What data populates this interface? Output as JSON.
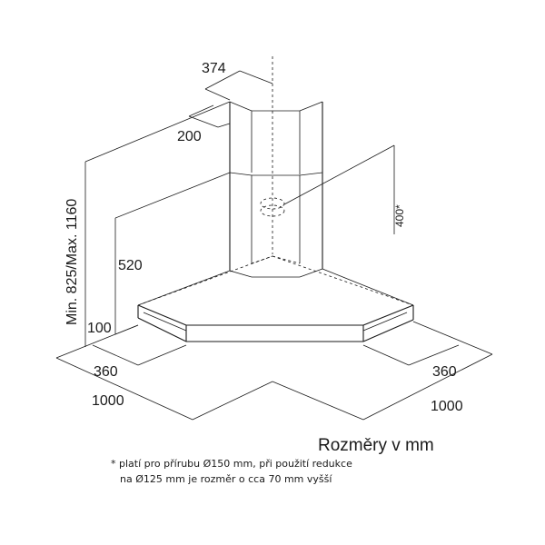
{
  "dimensions": {
    "top_width": "374",
    "top_depth": "200",
    "height_range": "Min. 825/Max. 1160",
    "mid_height": "520",
    "hood_thickness": "100",
    "outlet_height": "400*",
    "left_depth": "360",
    "right_depth": "360",
    "left_width": "1000",
    "right_width": "1000"
  },
  "caption": "Rozměry v mm",
  "footnote": {
    "line1": "* platí pro přírubu Ø150 mm, při použití redukce",
    "line2": "na Ø125 mm je rozměr o cca 70 mm vyšší"
  }
}
